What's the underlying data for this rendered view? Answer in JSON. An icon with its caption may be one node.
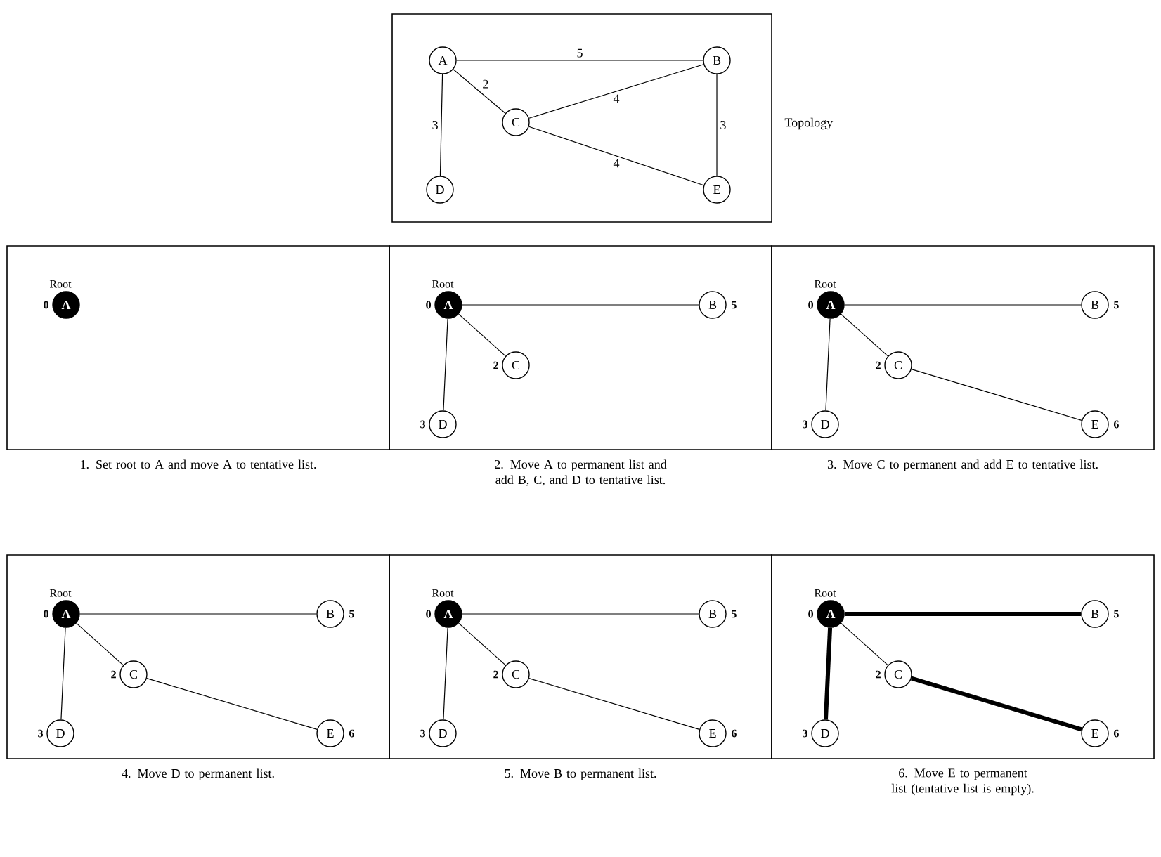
{
  "diagram": {
    "nodes": [
      {
        "text": [
          "Topology"
        ]
      },
      {
        "text": [
          "A"
        ],
        "in": 0
      },
      {
        "text": [
          "B"
        ],
        "in": 0
      },
      {
        "text": [
          "C"
        ],
        "in": 0
      },
      {
        "text": [
          "D"
        ],
        "in": 0
      },
      {
        "text": [
          "E"
        ],
        "in": 0
      },
      {
        "text": [
          "1. Set root to A and move A to tentative list."
        ]
      },
      {
        "text": [
          "A"
        ],
        "in": 6,
        "beside": [
          "Root",
          "0"
        ]
      },
      {
        "text": [
          "2. Move A to permanent list and add B, C, and D to tentative list."
        ]
      },
      {
        "text": [
          "A"
        ],
        "in": 8,
        "beside": [
          "Root",
          "0"
        ]
      },
      {
        "text": [
          "B"
        ],
        "in": 8,
        "beside": [
          "5"
        ]
      },
      {
        "text": [
          "C"
        ],
        "in": 8,
        "beside": [
          "2"
        ]
      },
      {
        "text": [
          "D"
        ],
        "in": 8,
        "beside": [
          "3"
        ]
      },
      {
        "text": [
          "3. Move C to permanent and add E to tentative list."
        ]
      },
      {
        "text": [
          "A"
        ],
        "in": 13,
        "beside": [
          "Root",
          "0"
        ]
      },
      {
        "text": [
          "B"
        ],
        "in": 13,
        "beside": [
          "5"
        ]
      },
      {
        "text": [
          "C"
        ],
        "in": 13,
        "beside": [
          "2"
        ]
      },
      {
        "text": [
          "D"
        ],
        "in": 13,
        "beside": [
          "3"
        ]
      },
      {
        "text": [
          "E"
        ],
        "in": 13,
        "beside": [
          "6"
        ]
      },
      {
        "text": [
          "4. Move D to permanent list."
        ]
      },
      {
        "text": [
          "A"
        ],
        "in": 19,
        "beside": [
          "Root",
          "0"
        ]
      },
      {
        "text": [
          "B"
        ],
        "in": 19,
        "beside": [
          "5"
        ]
      },
      {
        "text": [
          "C"
        ],
        "in": 19,
        "beside": [
          "2"
        ]
      },
      {
        "text": [
          "D"
        ],
        "in": 19,
        "beside": [
          "3"
        ]
      },
      {
        "text": [
          "E"
        ],
        "in": 19,
        "beside": [
          "6"
        ]
      },
      {
        "text": [
          "5. Move B to permanent list."
        ]
      },
      {
        "text": [
          "A"
        ],
        "in": 25,
        "beside": [
          "Root",
          "0"
        ]
      },
      {
        "text": [
          "B"
        ],
        "in": 25,
        "beside": [
          "5"
        ]
      },
      {
        "text": [
          "C"
        ],
        "in": 25,
        "beside": [
          "2"
        ]
      },
      {
        "text": [
          "D"
        ],
        "in": 25,
        "beside": [
          "3"
        ]
      },
      {
        "text": [
          "E"
        ],
        "in": 25,
        "beside": [
          "6"
        ]
      },
      {
        "text": [
          "6. Move E to permanent list (tentative list is empty)."
        ]
      },
      {
        "text": [
          "A"
        ],
        "in": 31,
        "beside": [
          "Root",
          "0"
        ]
      },
      {
        "text": [
          "B"
        ],
        "in": 31,
        "beside": [
          "5"
        ]
      },
      {
        "text": [
          "C"
        ],
        "in": 31,
        "beside": [
          "2"
        ]
      },
      {
        "text": [
          "D"
        ],
        "in": 31,
        "beside": [
          "3"
        ]
      },
      {
        "text": [
          "E"
        ],
        "in": 31,
        "beside": [
          "6"
        ]
      }
    ],
    "edges": [
      {
        "from": 1,
        "to": 2,
        "arrow": "none",
        "label": "5"
      },
      {
        "from": 1,
        "to": 3,
        "arrow": "none",
        "label": "2"
      },
      {
        "from": 1,
        "to": 4,
        "arrow": "none",
        "label": "3"
      },
      {
        "from": 3,
        "to": 2,
        "arrow": "none",
        "label": "4"
      },
      {
        "from": 3,
        "to": 5,
        "arrow": "none",
        "label": "4"
      },
      {
        "from": 2,
        "to": 5,
        "arrow": "none",
        "label": "3"
      },
      {
        "from": 9,
        "to": 10,
        "arrow": "none"
      },
      {
        "from": 9,
        "to": 11,
        "arrow": "none"
      },
      {
        "from": 9,
        "to": 12,
        "arrow": "none"
      },
      {
        "from": 14,
        "to": 15,
        "arrow": "none"
      },
      {
        "from": 14,
        "to": 16,
        "arrow": "none"
      },
      {
        "from": 14,
        "to": 17,
        "arrow": "none"
      },
      {
        "from": 16,
        "to": 18,
        "arrow": "none"
      },
      {
        "from": 20,
        "to": 21,
        "arrow": "none"
      },
      {
        "from": 20,
        "to": 22,
        "arrow": "none"
      },
      {
        "from": 20,
        "to": 23,
        "arrow": "none"
      },
      {
        "from": 22,
        "to": 24,
        "arrow": "none"
      },
      {
        "from": 26,
        "to": 27,
        "arrow": "none"
      },
      {
        "from": 26,
        "to": 28,
        "arrow": "none"
      },
      {
        "from": 26,
        "to": 29,
        "arrow": "none"
      },
      {
        "from": 28,
        "to": 30,
        "arrow": "none"
      },
      {
        "from": 32,
        "to": 33,
        "arrow": "none",
        "style": "thick"
      },
      {
        "from": 32,
        "to": 34,
        "arrow": "none"
      },
      {
        "from": 32,
        "to": 35,
        "arrow": "none",
        "style": "thick"
      },
      {
        "from": 34,
        "to": 36,
        "arrow": "none",
        "style": "thick"
      }
    ]
  }
}
